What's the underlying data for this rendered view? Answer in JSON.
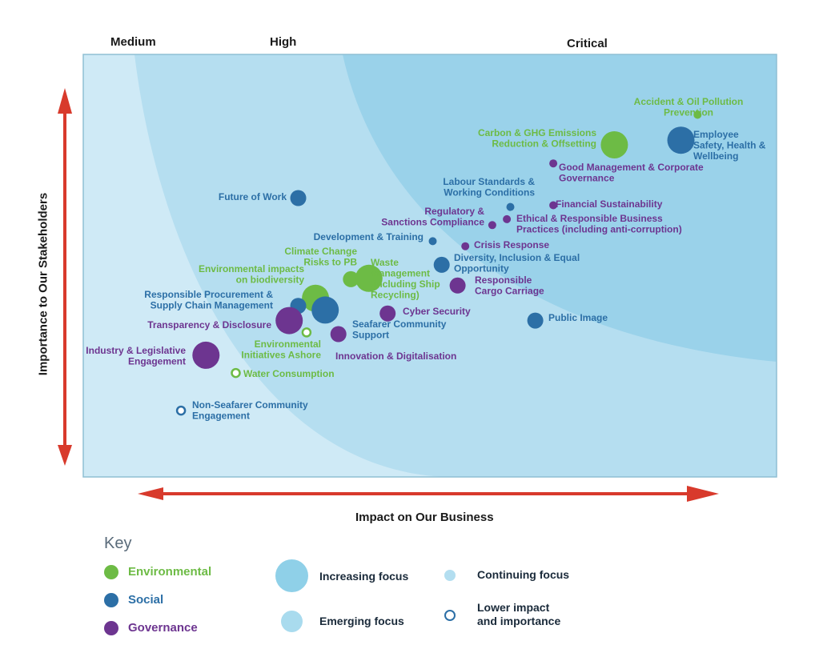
{
  "chart_data": {
    "type": "scatter",
    "xlabel": "Impact on Our Business",
    "ylabel": "Importance to Our Stakeholders",
    "bands": [
      "Medium",
      "High",
      "Critical"
    ],
    "colors": {
      "Environmental": "#6dbb45",
      "Social": "#2c6fa6",
      "Governance": "#6d3590",
      "zone_medium": "#cfeaf6",
      "zone_high": "#b5def0",
      "zone_critical": "#9ad2ea",
      "arrows": "#d83a2c"
    },
    "points": [
      {
        "label": "Accident & Oil Pollution Prevention",
        "category": "Environmental",
        "size": "continuing",
        "x": 8.86,
        "y": 8.57
      },
      {
        "label": "Employee Safety, Health & Wellbeing",
        "category": "Social",
        "size": "increasing",
        "x": 8.62,
        "y": 7.97
      },
      {
        "label": "Carbon & GHG Emissions Reduction & Offsetting",
        "category": "Environmental",
        "size": "increasing",
        "x": 7.66,
        "y": 7.86
      },
      {
        "label": "Good Management & Corporate Governance",
        "category": "Governance",
        "size": "continuing",
        "x": 6.78,
        "y": 7.42
      },
      {
        "label": "Labour Standards & Working Conditions",
        "category": "Social",
        "size": "continuing",
        "x": 6.16,
        "y": 6.39
      },
      {
        "label": "Financial Sustainability",
        "category": "Governance",
        "size": "continuing",
        "x": 6.78,
        "y": 6.43
      },
      {
        "label": "Regulatory & Sanctions Compliance",
        "category": "Governance",
        "size": "continuing",
        "x": 5.9,
        "y": 5.96
      },
      {
        "label": "Ethical & Responsible Business Practices (including anti-corruption)",
        "category": "Governance",
        "size": "continuing",
        "x": 6.11,
        "y": 6.1
      },
      {
        "label": "Development & Training",
        "category": "Social",
        "size": "continuing",
        "x": 5.04,
        "y": 5.58
      },
      {
        "label": "Crisis Response",
        "category": "Governance",
        "size": "continuing",
        "x": 5.51,
        "y": 5.46
      },
      {
        "label": "Diversity, Inclusion & Equal Opportunity",
        "category": "Social",
        "size": "emerging",
        "x": 5.17,
        "y": 5.02
      },
      {
        "label": "Future of Work",
        "category": "Social",
        "size": "emerging",
        "x": 3.1,
        "y": 6.6
      },
      {
        "label": "Climate Change Risks to PB",
        "category": "Environmental",
        "size": "emerging",
        "x": 3.86,
        "y": 4.68
      },
      {
        "label": "Waste management (including Ship Recycling)",
        "category": "Environmental",
        "size": "increasing",
        "x": 4.12,
        "y": 4.7
      },
      {
        "label": "Responsible Cargo Carriage",
        "category": "Governance",
        "size": "emerging",
        "x": 5.4,
        "y": 4.53
      },
      {
        "label": "Environmental impacts on biodiversity",
        "category": "Environmental",
        "size": "increasing",
        "x": 3.35,
        "y": 4.23
      },
      {
        "label": "Responsible Procurement & Supply Chain Management",
        "category": "Social",
        "size": "emerging",
        "x": 3.1,
        "y": 4.05
      },
      {
        "label": "Responsible Procurement & Supply Chain Management",
        "category": "Social",
        "size": "increasing",
        "x": 3.49,
        "y": 3.95
      },
      {
        "label": "Cyber Security",
        "category": "Governance",
        "size": "emerging",
        "x": 4.39,
        "y": 3.87
      },
      {
        "label": "Public Image",
        "category": "Social",
        "size": "emerging",
        "x": 6.52,
        "y": 3.7
      },
      {
        "label": "Transparency & Disclosure",
        "category": "Governance",
        "size": "increasing",
        "x": 2.97,
        "y": 3.7
      },
      {
        "label": "Environmental Initiatives Ashore",
        "category": "Environmental",
        "size": "lower",
        "x": 3.22,
        "y": 3.42
      },
      {
        "label": "Seafarer Community Support",
        "category": "Governance",
        "size": "emerging",
        "x": 3.68,
        "y": 3.38
      },
      {
        "label": "Industry & Legislative Engagement",
        "category": "Governance",
        "size": "increasing",
        "x": 1.77,
        "y": 2.88
      },
      {
        "label": "Water Consumption",
        "category": "Environmental",
        "size": "lower",
        "x": 2.2,
        "y": 2.46
      },
      {
        "label": "Non-Seafarer Community Engagement",
        "category": "Social",
        "size": "lower",
        "x": 1.41,
        "y": 1.57
      }
    ],
    "labels": [
      {
        "key": "accident",
        "lines": [
          "Accident & Oil Pollution",
          "Prevention"
        ],
        "category": "Environmental"
      },
      {
        "key": "employee",
        "lines": [
          "Employee",
          "Safety, Health &",
          "Wellbeing"
        ],
        "category": "Social"
      },
      {
        "key": "carbon",
        "lines": [
          "Carbon & GHG Emissions",
          "Reduction & Offsetting"
        ],
        "category": "Environmental"
      },
      {
        "key": "goodmgmt",
        "lines": [
          "Good Management & Corporate",
          "Governance"
        ],
        "category": "Governance"
      },
      {
        "key": "labour",
        "lines": [
          "Labour Standards &",
          "Working Conditions"
        ],
        "category": "Social"
      },
      {
        "key": "financial",
        "lines": [
          "Financial Sustainability"
        ],
        "category": "Governance"
      },
      {
        "key": "regulatory",
        "lines": [
          "Regulatory &",
          "Sanctions Compliance"
        ],
        "category": "Governance"
      },
      {
        "key": "ethical",
        "lines": [
          "Ethical & Responsible Business",
          "Practices (including anti-corruption)"
        ],
        "category": "Governance"
      },
      {
        "key": "development",
        "lines": [
          "Development & Training"
        ],
        "category": "Social"
      },
      {
        "key": "crisis",
        "lines": [
          "Crisis Response"
        ],
        "category": "Governance"
      },
      {
        "key": "diversity",
        "lines": [
          "Diversity, Inclusion & Equal",
          "Opportunity"
        ],
        "category": "Social"
      },
      {
        "key": "future",
        "lines": [
          "Future of Work"
        ],
        "category": "Social"
      },
      {
        "key": "climate",
        "lines": [
          "Climate Change",
          "Risks to PB"
        ],
        "category": "Environmental"
      },
      {
        "key": "waste",
        "lines": [
          "Waste",
          "management",
          "(including Ship",
          "Recycling)"
        ],
        "category": "Environmental"
      },
      {
        "key": "envimpacts",
        "lines": [
          "Environmental impacts",
          "on biodiversity"
        ],
        "category": "Environmental"
      },
      {
        "key": "cargo",
        "lines": [
          "Responsible",
          "Cargo Carriage"
        ],
        "category": "Governance"
      },
      {
        "key": "procurement",
        "lines": [
          "Responsible Procurement &",
          "Supply Chain Management"
        ],
        "category": "Social"
      },
      {
        "key": "cyber",
        "lines": [
          "Cyber Security"
        ],
        "category": "Governance"
      },
      {
        "key": "publicimage",
        "lines": [
          "Public Image"
        ],
        "category": "Social"
      },
      {
        "key": "transparency",
        "lines": [
          "Transparency & Disclosure"
        ],
        "category": "Governance"
      },
      {
        "key": "seafarer",
        "lines": [
          "Seafarer Community",
          "Support"
        ],
        "category": "Social"
      },
      {
        "key": "envashore",
        "lines": [
          "Environmental",
          "Initiatives Ashore"
        ],
        "category": "Environmental"
      },
      {
        "key": "innovation",
        "lines": [
          "Innovation & Digitalisation"
        ],
        "category": "Governance"
      },
      {
        "key": "industry",
        "lines": [
          "Industry & Legislative",
          "Engagement"
        ],
        "category": "Governance"
      },
      {
        "key": "water",
        "lines": [
          "Water Consumption"
        ],
        "category": "Environmental"
      },
      {
        "key": "nonseafarer",
        "lines": [
          "Non-Seafarer Community",
          "Engagement"
        ],
        "category": "Social"
      }
    ]
  },
  "key": {
    "title": "Key",
    "categories": [
      "Environmental",
      "Social",
      "Governance"
    ],
    "focus": {
      "increasing": "Increasing focus",
      "emerging": "Emerging focus",
      "continuing": "Continuing focus",
      "lower": [
        "Lower impact",
        "and importance"
      ]
    }
  }
}
